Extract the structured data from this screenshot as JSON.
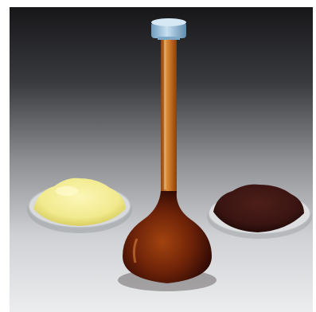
{
  "scene": {
    "subjects": [
      "yellow-powder-dish",
      "volumetric-flask",
      "dark-powder-dish"
    ],
    "colors": {
      "backdrop_top": "#17171a",
      "backdrop_mid": "#8c8e92",
      "backdrop_bottom": "#ecedef",
      "yellow_powder": "#f2ea8e",
      "dark_powder": "#3a1512",
      "liquid": "#7a2a08",
      "liquid_dark": "#2a0704",
      "neck_liquid": "#c8691e",
      "stopper": "#8fb8d6",
      "glass_dish": "#d8dadc"
    }
  }
}
